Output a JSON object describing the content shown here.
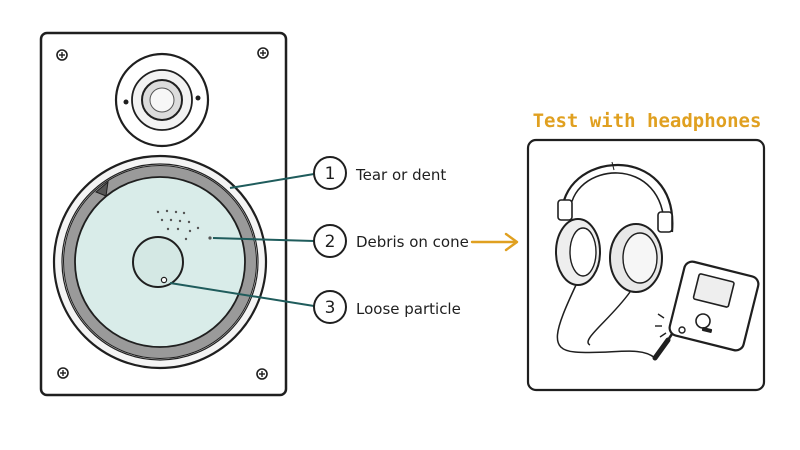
{
  "colors": {
    "ink": "#1f1f1f",
    "leader": "#1f5c5c",
    "accent": "#e0a020",
    "cone": "#d9ece9",
    "surround": "#9a9a9a"
  },
  "callouts": [
    {
      "number": "1",
      "label": "Tear or dent"
    },
    {
      "number": "2",
      "label": "Debris on cone"
    },
    {
      "number": "3",
      "label": "Loose particle"
    }
  ],
  "headphones_panel": {
    "title": "Test with headphones"
  }
}
